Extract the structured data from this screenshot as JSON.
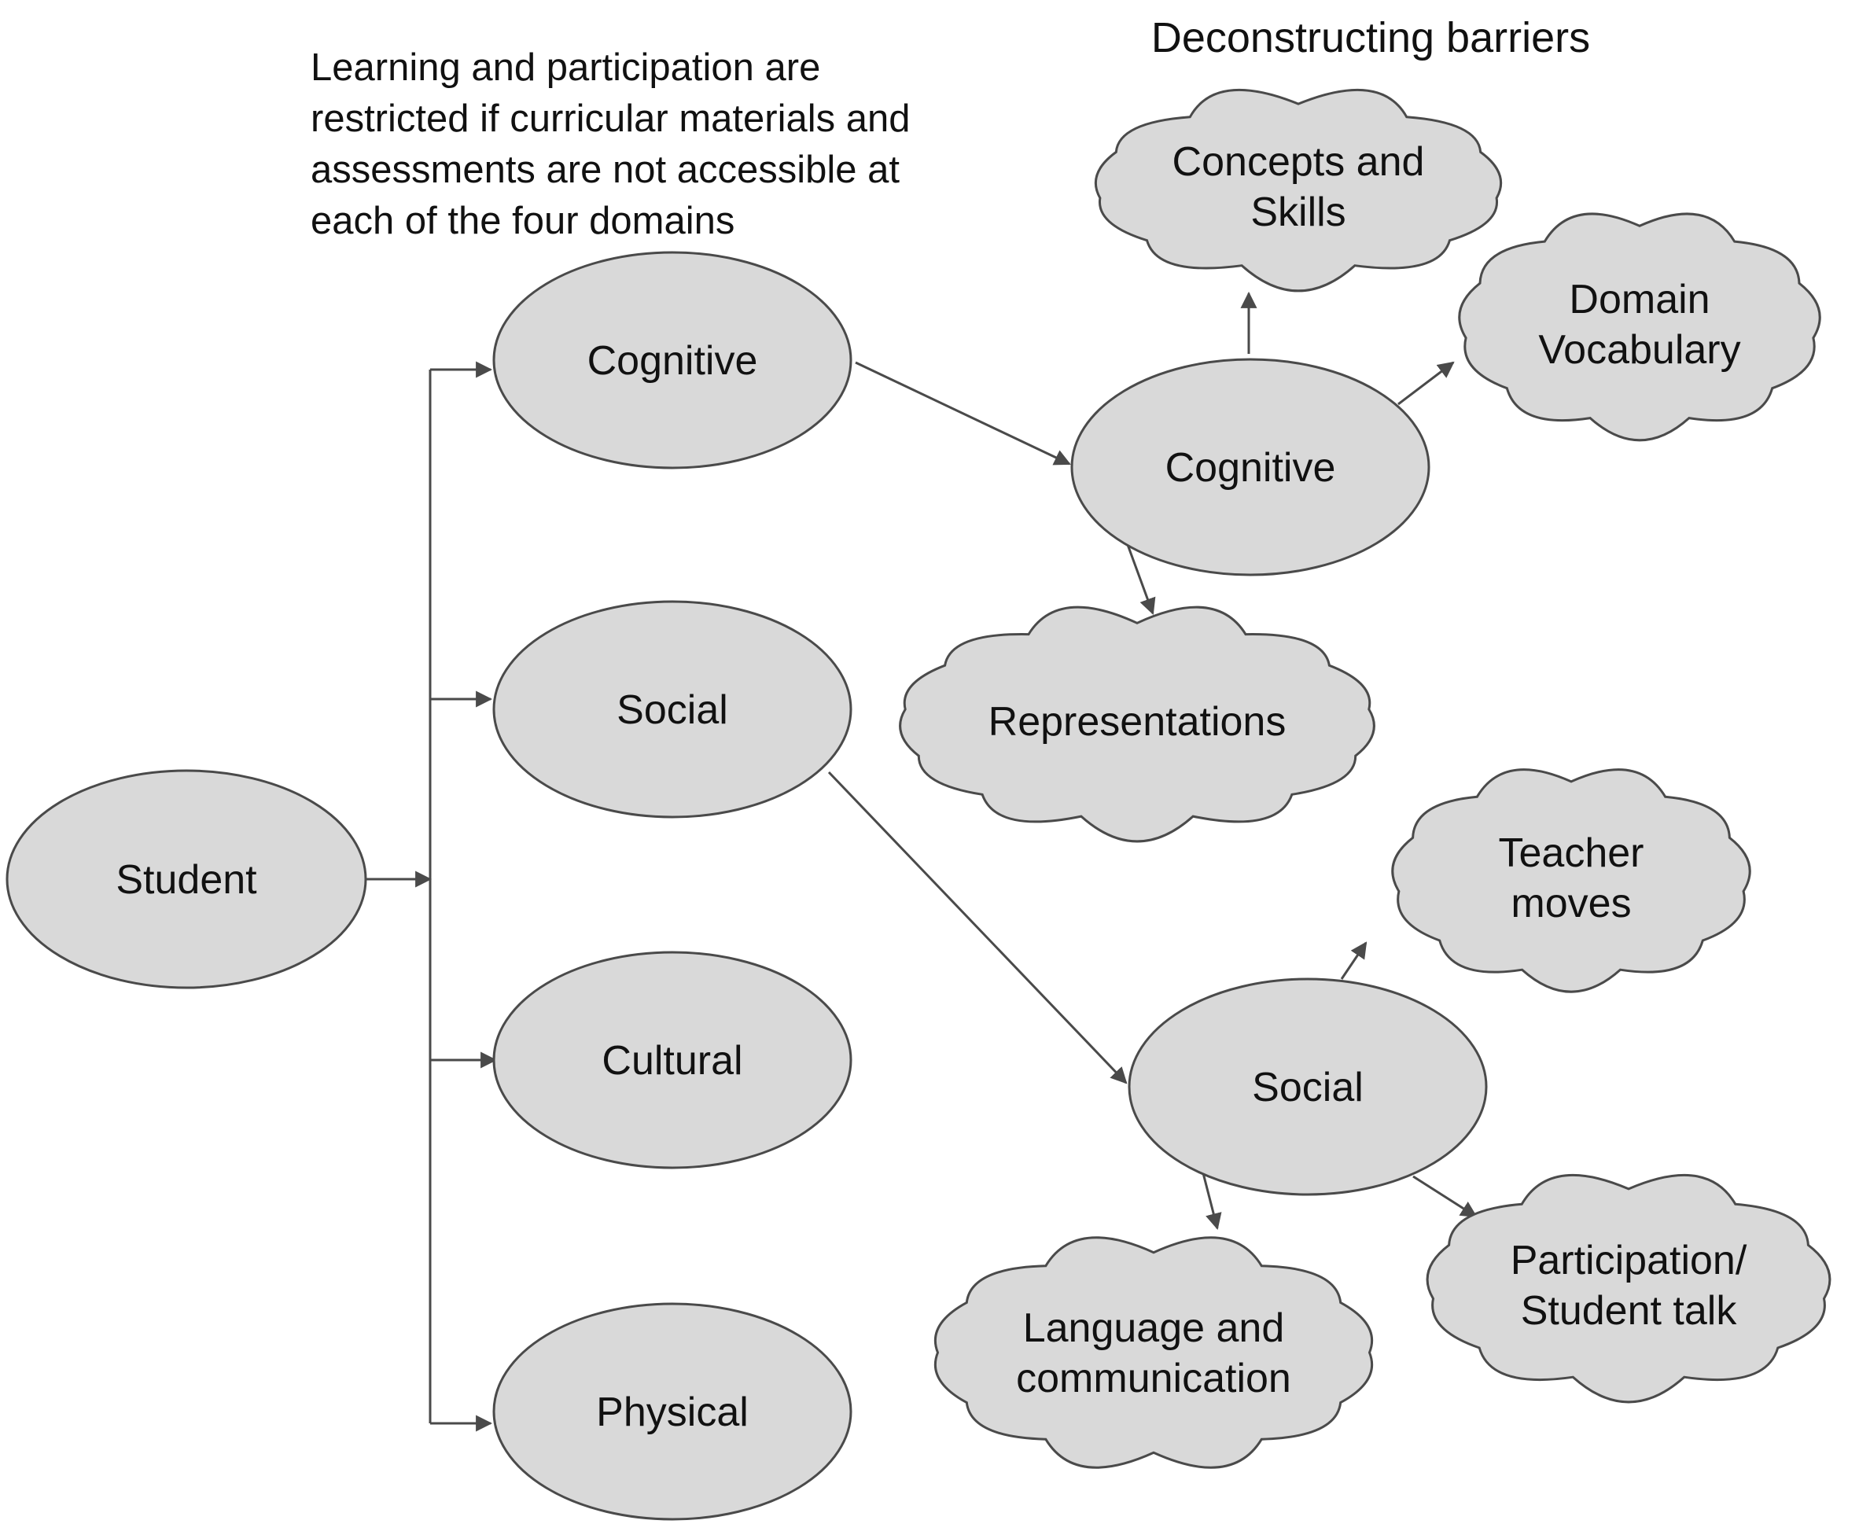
{
  "colors": {
    "node_fill": "#d9d9d9",
    "stroke": "#4a4a4a",
    "text": "#111111"
  },
  "heading": "Deconstructing barriers",
  "note": [
    "Learning and participation are",
    "restricted if curricular materials and",
    "assessments are not accessible at",
    "each of the four domains"
  ],
  "nodes": {
    "student": {
      "shape": "ellipse",
      "lines": [
        "Student"
      ]
    },
    "cognitive": {
      "shape": "ellipse",
      "lines": [
        "Cognitive"
      ]
    },
    "social": {
      "shape": "ellipse",
      "lines": [
        "Social"
      ]
    },
    "cultural": {
      "shape": "ellipse",
      "lines": [
        "Cultural"
      ]
    },
    "physical": {
      "shape": "ellipse",
      "lines": [
        "Physical"
      ]
    },
    "cognitive-2": {
      "shape": "ellipse",
      "lines": [
        "Cognitive"
      ]
    },
    "social-2": {
      "shape": "ellipse",
      "lines": [
        "Social"
      ]
    },
    "concepts": {
      "shape": "cloud",
      "lines": [
        "Concepts and",
        "Skills"
      ]
    },
    "vocabulary": {
      "shape": "cloud",
      "lines": [
        "Domain",
        "Vocabulary"
      ]
    },
    "representations": {
      "shape": "cloud",
      "lines": [
        "Representations"
      ]
    },
    "teacher-moves": {
      "shape": "cloud",
      "lines": [
        "Teacher",
        "moves"
      ]
    },
    "language": {
      "shape": "cloud",
      "lines": [
        "Language and",
        "communication"
      ]
    },
    "participation": {
      "shape": "cloud",
      "lines": [
        "Participation/",
        "Student talk"
      ]
    }
  },
  "edges": [
    {
      "from": "student",
      "to": "cognitive"
    },
    {
      "from": "student",
      "to": "social"
    },
    {
      "from": "student",
      "to": "cultural"
    },
    {
      "from": "student",
      "to": "physical"
    },
    {
      "from": "cognitive",
      "to": "cognitive-2"
    },
    {
      "from": "social",
      "to": "social-2"
    },
    {
      "from": "cognitive-2",
      "to": "concepts"
    },
    {
      "from": "cognitive-2",
      "to": "vocabulary"
    },
    {
      "from": "cognitive-2",
      "to": "representations"
    },
    {
      "from": "social-2",
      "to": "teacher-moves"
    },
    {
      "from": "social-2",
      "to": "language"
    },
    {
      "from": "social-2",
      "to": "participation"
    }
  ]
}
